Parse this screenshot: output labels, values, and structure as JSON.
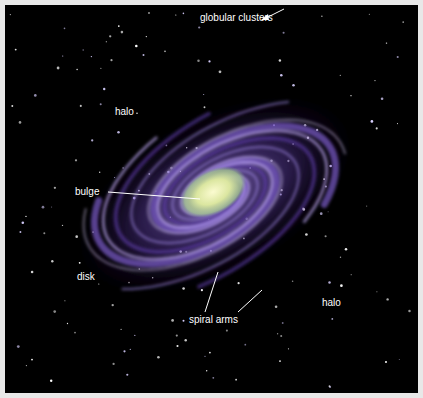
{
  "diagram": {
    "labels": [
      "globular clusters",
      "halo",
      "bulge",
      "disk",
      "spiral arms",
      "halo"
    ]
  }
}
